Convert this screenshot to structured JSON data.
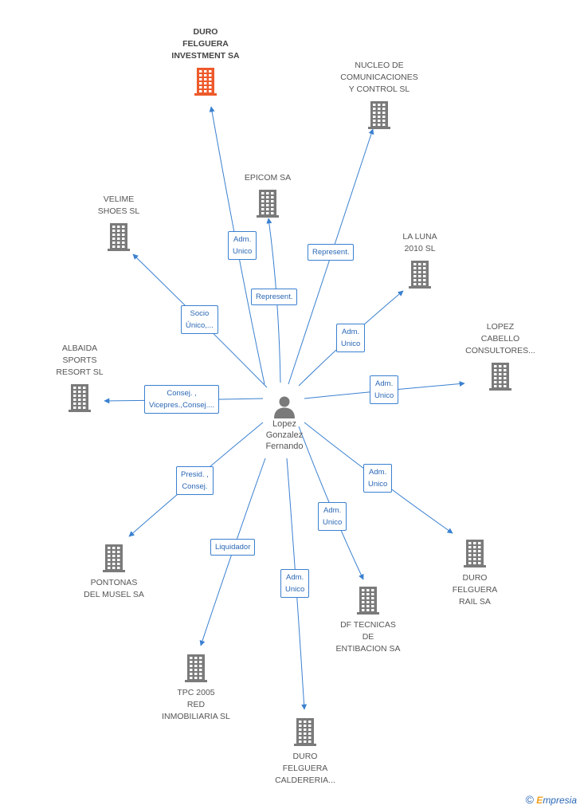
{
  "colors": {
    "edge": "#3a80d0",
    "building": "#7a7a7a",
    "building_main": "#ee5a2b",
    "person": "#7a7a7a"
  },
  "icons": {
    "company": "building-icon",
    "person": "person-icon"
  },
  "center": {
    "name": "Lopez\nGonzalez\nFernando"
  },
  "companies": [
    {
      "id": "duro-felguera-investment",
      "name": "DURO\nFELGUERA\nINVESTMENT SA",
      "main": true
    },
    {
      "id": "nucleo-comunicaciones",
      "name": "NUCLEO DE\nCOMUNICACIONES\nY CONTROL SL"
    },
    {
      "id": "epicom",
      "name": "EPICOM SA"
    },
    {
      "id": "velime-shoes",
      "name": "VELIME\nSHOES SL"
    },
    {
      "id": "la-luna-2010",
      "name": "LA LUNA\n2010 SL"
    },
    {
      "id": "lopez-cabello",
      "name": "LOPEZ\nCABELLO\nCONSULTORES..."
    },
    {
      "id": "albaida-sports",
      "name": "ALBAIDA\nSPORTS\nRESORT SL"
    },
    {
      "id": "pontonas-musel",
      "name": "PONTONAS\nDEL MUSEL SA"
    },
    {
      "id": "duro-felguera-rail",
      "name": "DURO\nFELGUERA\nRAIL SA"
    },
    {
      "id": "df-tecnicas",
      "name": "DF TECNICAS\nDE\nENTIBACION SA"
    },
    {
      "id": "tpc-2005",
      "name": "TPC 2005\nRED\nINMOBILIARIA SL"
    },
    {
      "id": "duro-felguera-caldereria",
      "name": "DURO\nFELGUERA\nCALDERERIA..."
    }
  ],
  "relations": [
    {
      "target": "duro-felguera-investment",
      "label": "Adm.\nUnico"
    },
    {
      "target": "nucleo-comunicaciones",
      "label": "Represent."
    },
    {
      "target": "epicom",
      "label": "Represent."
    },
    {
      "target": "velime-shoes",
      "label": "Socio\nÚnico,..."
    },
    {
      "target": "la-luna-2010",
      "label": "Adm.\nUnico"
    },
    {
      "target": "lopez-cabello",
      "label": "Adm.\nUnico"
    },
    {
      "target": "albaida-sports",
      "label": "Consej. ,\nVicepres.,Consej...."
    },
    {
      "target": "pontonas-musel",
      "label": "Presid. ,\nConsej."
    },
    {
      "target": "duro-felguera-rail",
      "label": "Adm.\nUnico"
    },
    {
      "target": "df-tecnicas",
      "label": "Adm.\nUnico"
    },
    {
      "target": "tpc-2005",
      "label": "Liquidador"
    },
    {
      "target": "duro-felguera-caldereria",
      "label": "Adm.\nUnico"
    }
  ],
  "brand": {
    "copyright": "©",
    "initial": "E",
    "rest": "mpresia"
  }
}
